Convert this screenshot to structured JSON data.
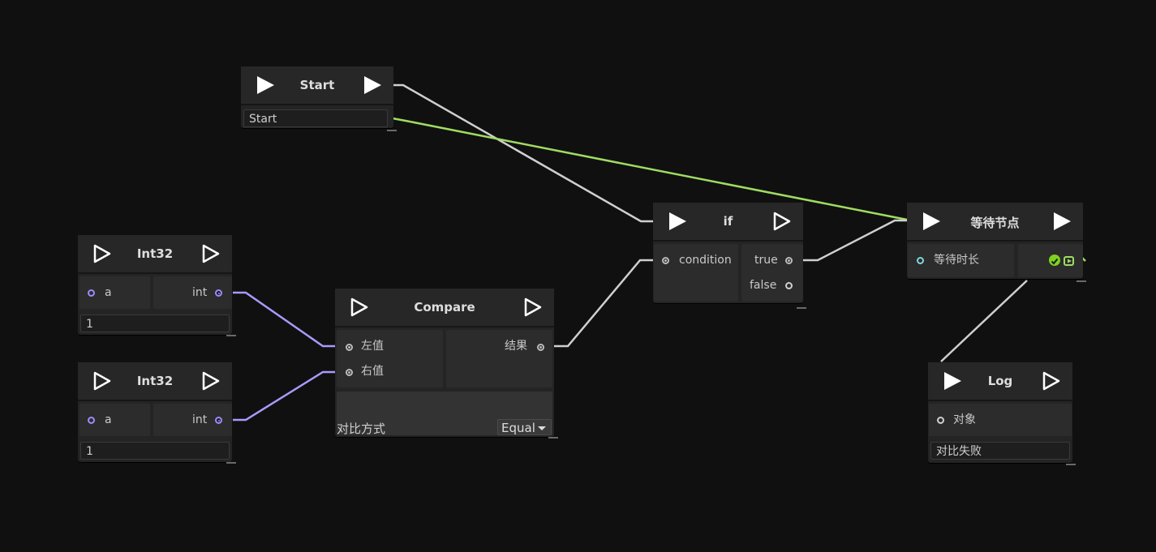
{
  "colors": {
    "background": "#101010",
    "node": "#242424",
    "exec_wire": "#cfcfcf",
    "flow_wire_green": "#9fdc62",
    "int_wire_purple": "#a79bff",
    "port_purple": "#9b8cff",
    "port_cyan": "#7fd6dc",
    "status_green": "#7ed321"
  },
  "nodes": {
    "start": {
      "title": "Start",
      "field_value": "Start"
    },
    "int32_a": {
      "title": "Int32",
      "input_label": "a",
      "output_label": "int",
      "field_value": "1"
    },
    "int32_b": {
      "title": "Int32",
      "input_label": "a",
      "output_label": "int",
      "field_value": "1"
    },
    "compare": {
      "title": "Compare",
      "left_input_label": "左值",
      "right_input_label": "右值",
      "output_label": "结果",
      "mode_label": "对比方式",
      "mode_value": "Equal"
    },
    "if": {
      "title": "if",
      "input_label": "condition",
      "true_label": "true",
      "false_label": "false"
    },
    "wait": {
      "title": "等待节点",
      "input_label": "等待时长"
    },
    "log": {
      "title": "Log",
      "input_label": "对象",
      "field_value": "对比失败"
    }
  }
}
